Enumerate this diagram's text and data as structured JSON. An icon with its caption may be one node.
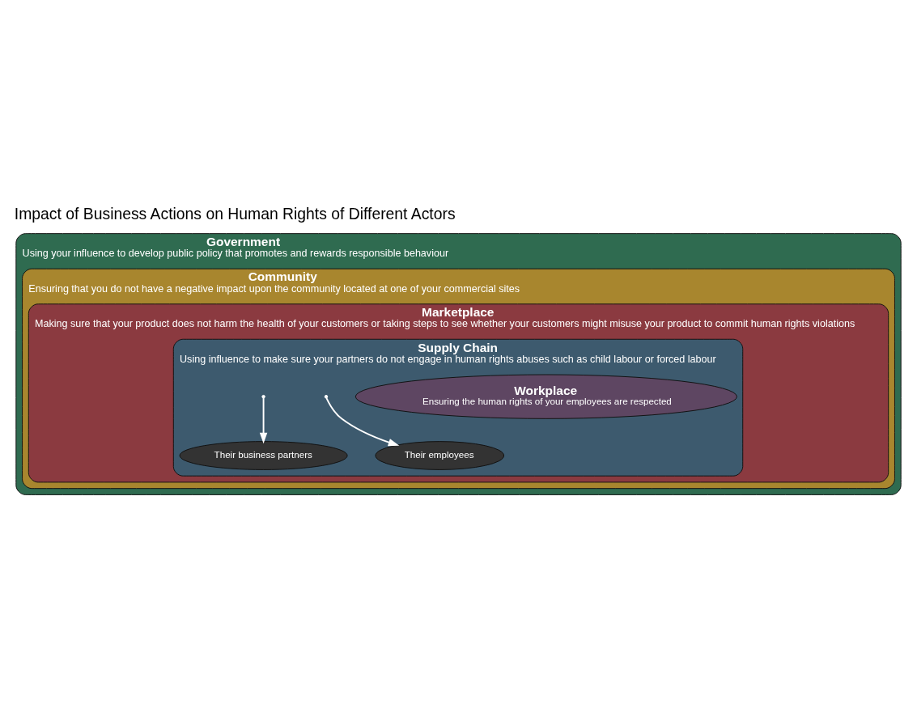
{
  "diagram": {
    "title": "Impact of Business Actions on Human Rights of Different Actors",
    "nodes": [
      {
        "text": [
          "Government",
          "Using your influence to develop public policy that promotes and rewards responsible behaviour"
        ]
      },
      {
        "text": [
          "Community",
          "Ensuring that you do not have a negative impact upon the community located at one of your commercial sites"
        ],
        "in": 0
      },
      {
        "text": [
          "Marketplace",
          "Making sure that your product does not harm the health of your customers or taking steps to see whether your customers might misuse your product to commit human rights violations"
        ],
        "in": 1
      },
      {
        "text": [
          "Supply Chain",
          "Using influence to make sure your partners do not engage in human rights abuses such as child labour or forced labour"
        ],
        "in": 2
      },
      {
        "text": [
          "Workplace",
          "Ensuring the human rights of your employees are respected"
        ],
        "in": 3
      },
      {
        "text": [
          "Their employees"
        ],
        "in": 3
      },
      {
        "text": [
          "Their business partners"
        ],
        "in": 3
      }
    ],
    "edges": [
      {
        "from": null,
        "to": 5,
        "arrow": "to"
      },
      {
        "from": null,
        "to": 6,
        "arrow": "to"
      }
    ]
  }
}
